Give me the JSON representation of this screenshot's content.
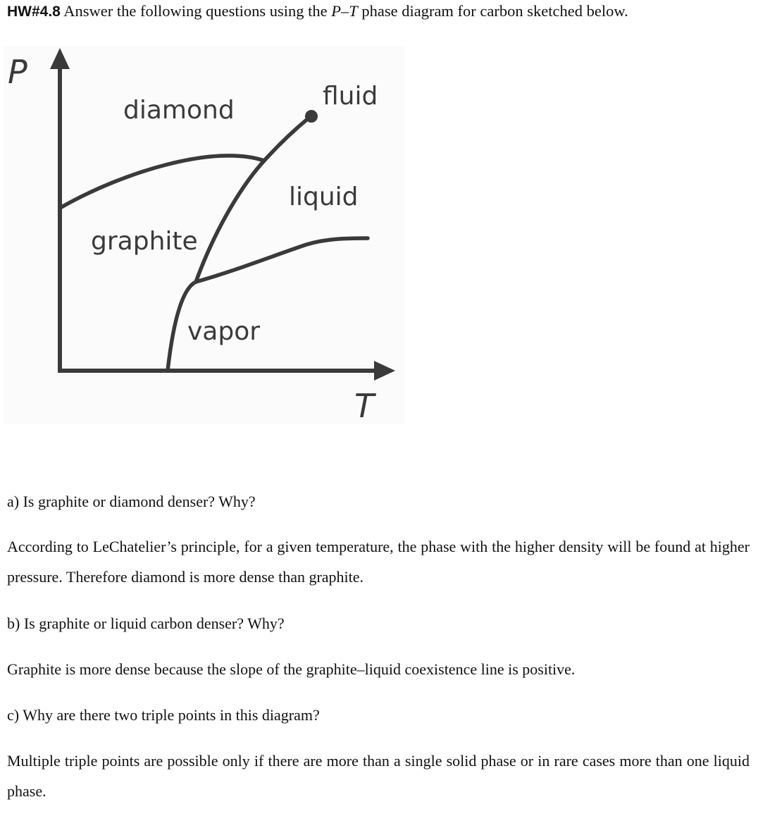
{
  "header": {
    "label": "HW#4.8",
    "text_before": "Answer the following questions using the",
    "symbol": "P–T",
    "text_after": "phase diagram for carbon sketched below."
  },
  "diagram": {
    "axis_y_label": "P",
    "axis_x_label": "T",
    "regions": {
      "diamond": "diamond",
      "fluid": "fluid",
      "liquid": "liquid",
      "graphite": "graphite",
      "vapor": "vapor"
    }
  },
  "questions": [
    {
      "question": "a) Is graphite or diamond denser? Why?",
      "answer": "According to LeChatelier’s principle, for a given temperature, the phase with the higher density will be found at higher pressure. Therefore diamond is more dense than graphite."
    },
    {
      "question": "b) Is graphite or liquid carbon denser? Why?",
      "answer": "Graphite is more dense because the slope of the graphite–liquid coexistence line is positive."
    },
    {
      "question": "c) Why are there two triple points in this diagram?",
      "answer": "Multiple triple points are possible only if there are more than a single solid phase or in rare cases more than one liquid phase."
    }
  ]
}
